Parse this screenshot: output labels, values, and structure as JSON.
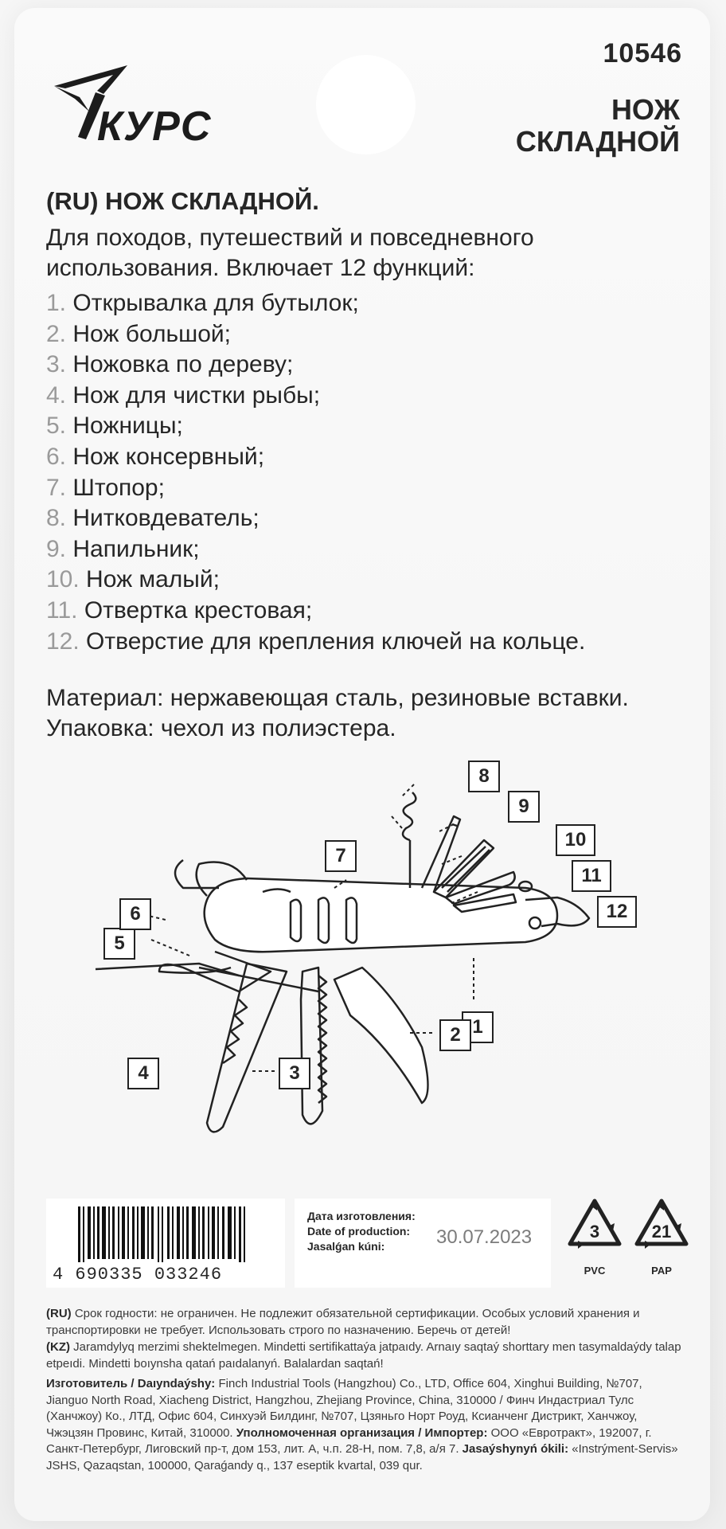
{
  "header": {
    "brand": "КУРС",
    "article_number": "10546",
    "product_title_line1": "НОЖ",
    "product_title_line2": "СКЛАДНОЙ"
  },
  "description": {
    "heading": "(RU) НОЖ СКЛАДНОЙ.",
    "intro": "Для походов, путешествий и повседневного использования. Включает 12 функций:",
    "functions": [
      {
        "num": "1.",
        "text": " Открывалка для бутылок;"
      },
      {
        "num": "2.",
        "text": " Нож большой;"
      },
      {
        "num": "3.",
        "text": " Ножовка по дереву;"
      },
      {
        "num": "4.",
        "text": " Нож для чистки рыбы;"
      },
      {
        "num": "5.",
        "text": " Ножницы;"
      },
      {
        "num": "6.",
        "text": " Нож консервный;"
      },
      {
        "num": "7.",
        "text": " Штопор;"
      },
      {
        "num": "8.",
        "text": " Нитковдеватель;"
      },
      {
        "num": "9.",
        "text": " Напильник;"
      },
      {
        "num": "10.",
        "text": " Нож малый;"
      },
      {
        "num": "11.",
        "text": " Отвертка крестовая;"
      },
      {
        "num": "12.",
        "text": " Отверстие для крепления ключей на кольце."
      }
    ],
    "material": "Материал: нержавеющая сталь, резиновые вставки. Упаковка: чехол из полиэстера."
  },
  "diagram": {
    "callouts": [
      "1",
      "2",
      "3",
      "4",
      "5",
      "6",
      "7",
      "8",
      "9",
      "10",
      "11",
      "12"
    ]
  },
  "barcode": {
    "number": "4 690335 033246"
  },
  "production": {
    "label_ru": "Дата изготовления:",
    "label_en": "Date of production:",
    "label_kz": "Jasalǵan kúni:",
    "date": "30.07.2023"
  },
  "recycling": [
    {
      "code": "3",
      "label": "PVC"
    },
    {
      "code": "21",
      "label": "PAP"
    }
  ],
  "legal": {
    "ru_tag": "(RU)",
    "ru_text": " Срок годности: не ограничен. Не подлежит обязательной сертификации. Особых условий хранения и транспортировки не требует. Использовать строго по назначению. Беречь от детей!",
    "kz_tag": "(KZ)",
    "kz_text": " Jaramdylyq merzimi shektelmegen. Mindetti sertifikattaýa jatpaıdy. Arnaıy saqtaý shorttary men tasymaldaýdy talap etpeıdi. Mindetti boıynsha qatań paıdalanyń. Balalardan saqtań!",
    "manufacturer_label": "Изготовитель / Daıyndaýshy:",
    "manufacturer_text": " Finch Industrial Tools (Hangzhou) Co., LTD, Office 604, Xinghui Building, №707, Jianguo North Road, Xiacheng District, Hangzhou, Zhejiang Province, China, 310000 / Финч Индастриал Тулс (Ханчжоу) Ко., ЛТД, Офис 604, Синхуэй Билдинг, №707, Цзяньго Норт Роуд, Ксианченг Дистрикт, Ханчжоу, Чжэцзян Провинс, Китай, 310000.",
    "authorized_label": "Уполномоченная организация / Импортер:",
    "authorized_text": " ООО «Евротракт», 192007, г. Санкт-Петербург, Лиговский пр-т, дом 153, лит. А, ч.п. 28-Н, пом. 7,8, а/я 7.",
    "claims_label": "Jasaýshynyń ókili:",
    "claims_text": " «Instrýment-Servis» JSHS, Qazaqstan, 100000, Qaraǵandy q., 137 eseptik kvartal, 039 qur."
  }
}
